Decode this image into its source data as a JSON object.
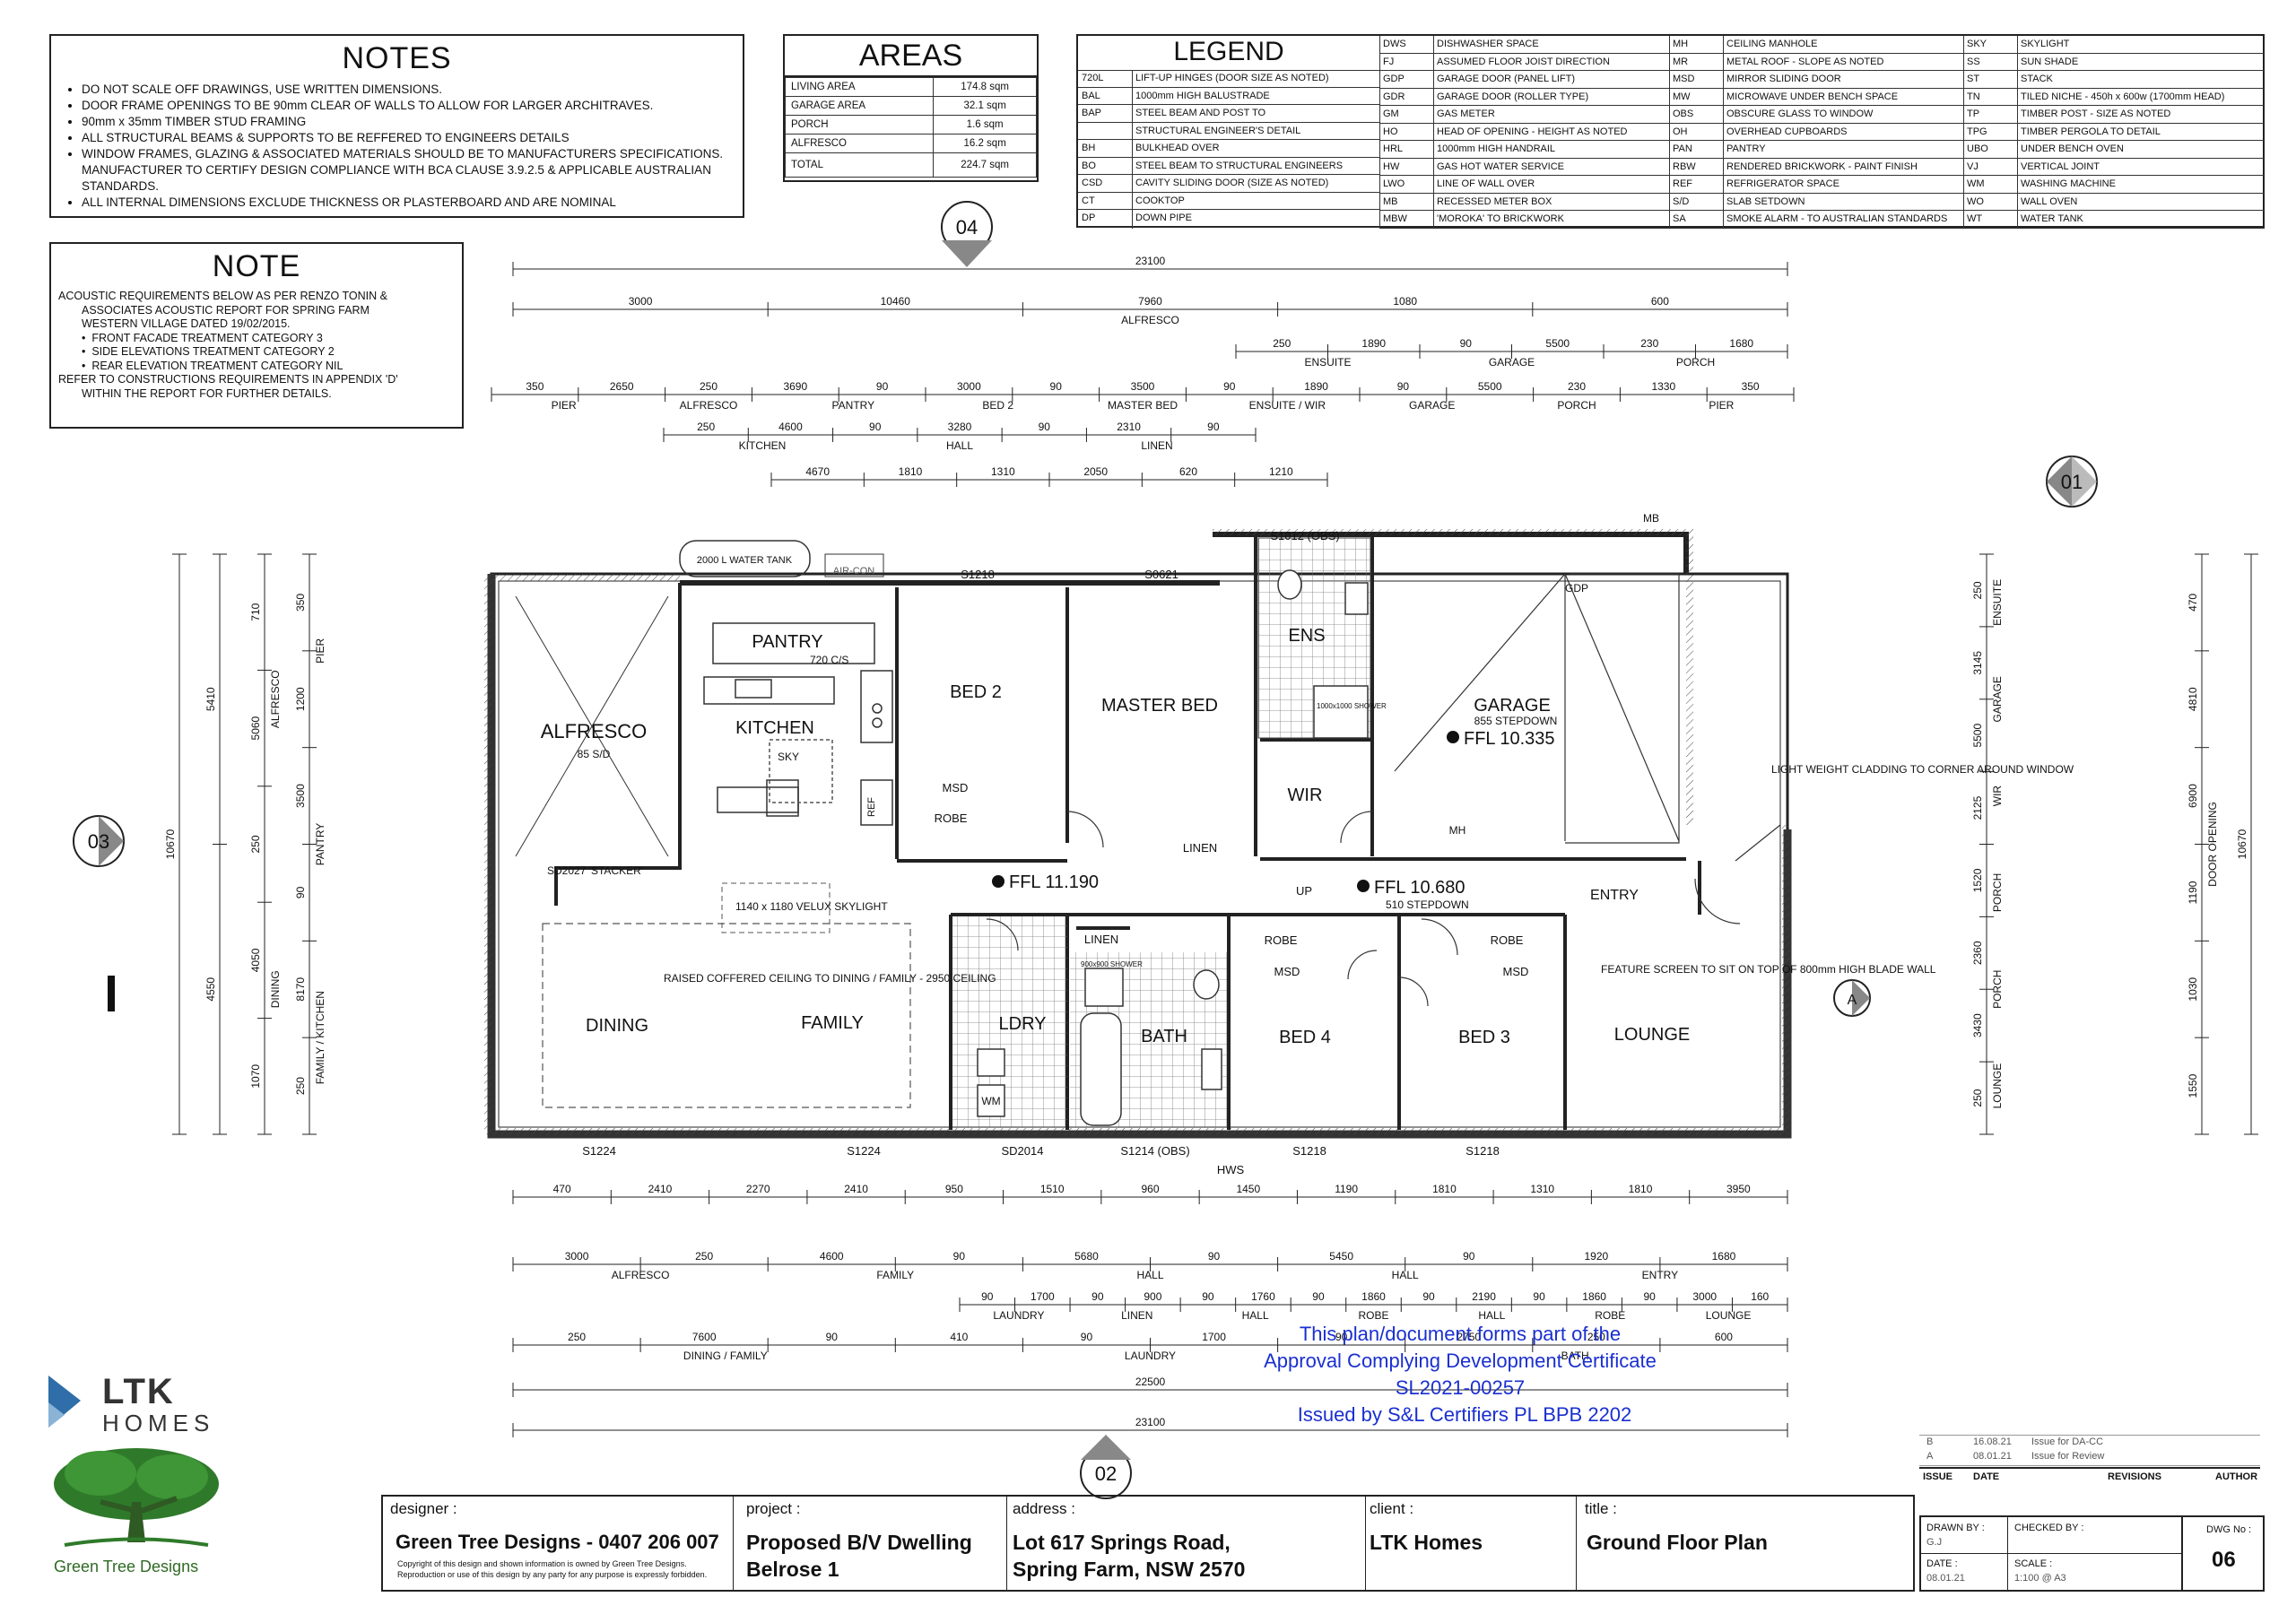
{
  "notes": {
    "title": "NOTES",
    "items": [
      "DO NOT SCALE OFF DRAWINGS, USE WRITTEN DIMENSIONS.",
      "DOOR FRAME OPENINGS TO BE 90mm CLEAR OF WALLS TO ALLOW FOR LARGER ARCHITRAVES.",
      "90mm x 35mm TIMBER STUD FRAMING",
      "ALL STRUCTURAL BEAMS & SUPPORTS TO BE REFFERED TO ENGINEERS DETAILS",
      "WINDOW FRAMES, GLAZING & ASSOCIATED MATERIALS SHOULD BE TO MANUFACTURERS SPECIFICATIONS. MANUFACTURER TO CERTIFY DESIGN COMPLIANCE WITH BCA CLAUSE 3.9.2.5 & APPLICABLE AUSTRALIAN STANDARDS.",
      "ALL INTERNAL DIMENSIONS EXCLUDE THICKNESS OR PLASTERBOARD AND ARE NOMINAL"
    ]
  },
  "note": {
    "title": "NOTE",
    "lines": [
      "ACOUSTIC REQUIREMENTS BELOW AS PER RENZO TONIN &",
      "ASSOCIATES ACOUSTIC REPORT FOR SPRING FARM",
      "WESTERN VILLAGE DATED 19/02/2015.",
      "FRONT FACADE TREATMENT CATEGORY 3",
      "SIDE ELEVATIONS TREATMENT CATEGORY 2",
      "REAR ELEVATION TREATMENT CATEGORY NIL",
      "REFER TO CONSTRUCTIONS REQUIREMENTS IN APPENDIX 'D'",
      "WITHIN THE REPORT FOR FURTHER DETAILS."
    ]
  },
  "areas": {
    "title": "AREAS",
    "rows": [
      {
        "label": "LIVING AREA",
        "value": "174.8 sqm"
      },
      {
        "label": "GARAGE AREA",
        "value": "32.1 sqm"
      },
      {
        "label": "PORCH",
        "value": "1.6 sqm"
      },
      {
        "label": "ALFRESCO",
        "value": "16.2 sqm"
      },
      {
        "label": "TOTAL",
        "value": "224.7 sqm"
      }
    ]
  },
  "legend": {
    "title": "LEGEND",
    "col1": [
      [
        "",
        ""
      ],
      [
        "",
        ""
      ],
      [
        "720L",
        "LIFT-UP HINGES (DOOR SIZE AS NOTED)"
      ],
      [
        "BAL",
        "1000mm HIGH BALUSTRADE"
      ],
      [
        "BAP",
        "STEEL BEAM AND POST TO"
      ],
      [
        "",
        "STRUCTURAL ENGINEER'S DETAIL"
      ],
      [
        "BH",
        "BULKHEAD OVER"
      ],
      [
        "BO",
        "STEEL BEAM TO STRUCTURAL ENGINEERS"
      ],
      [
        "CSD",
        "CAVITY SLIDING DOOR (SIZE AS NOTED)"
      ],
      [
        "CT",
        "COOKTOP"
      ],
      [
        "DP",
        "DOWN PIPE"
      ]
    ],
    "col2": [
      [
        "DWS",
        "DISHWASHER SPACE"
      ],
      [
        "FJ",
        "ASSUMED FLOOR JOIST DIRECTION"
      ],
      [
        "GDP",
        "GARAGE DOOR (PANEL LIFT)"
      ],
      [
        "GDR",
        "GARAGE DOOR (ROLLER TYPE)"
      ],
      [
        "GM",
        "GAS METER"
      ],
      [
        "HO",
        "HEAD OF OPENING - HEIGHT AS NOTED"
      ],
      [
        "HRL",
        "1000mm HIGH HANDRAIL"
      ],
      [
        "HW",
        "GAS HOT WATER SERVICE"
      ],
      [
        "LWO",
        "LINE OF WALL OVER"
      ],
      [
        "MB",
        "RECESSED METER BOX"
      ],
      [
        "MBW",
        "'MOROKA' TO BRICKWORK"
      ]
    ],
    "col3": [
      [
        "MH",
        "CEILING MANHOLE"
      ],
      [
        "MR",
        "METAL ROOF - SLOPE AS NOTED"
      ],
      [
        "MSD",
        "MIRROR SLIDING DOOR"
      ],
      [
        "MW",
        "MICROWAVE UNDER BENCH SPACE"
      ],
      [
        "OBS",
        "OBSCURE GLASS TO WINDOW"
      ],
      [
        "OH",
        "OVERHEAD CUPBOARDS"
      ],
      [
        "PAN",
        "PANTRY"
      ],
      [
        "RBW",
        "RENDERED BRICKWORK - PAINT FINISH"
      ],
      [
        "REF",
        "REFRIGERATOR SPACE"
      ],
      [
        "S/D",
        "SLAB SETDOWN"
      ],
      [
        "SA",
        "SMOKE ALARM - TO AUSTRALIAN STANDARDS"
      ]
    ],
    "col4": [
      [
        "SKY",
        "SKYLIGHT"
      ],
      [
        "SS",
        "SUN SHADE"
      ],
      [
        "ST",
        "STACK"
      ],
      [
        "TN",
        "TILED NICHE - 450h x 600w (1700mm HEAD)"
      ],
      [
        "TP",
        "TIMBER POST - SIZE AS NOTED"
      ],
      [
        "TPG",
        "TIMBER PERGOLA TO DETAIL"
      ],
      [
        "UBO",
        "UNDER BENCH OVEN"
      ],
      [
        "VJ",
        "VERTICAL JOINT"
      ],
      [
        "WM",
        "WASHING MACHINE"
      ],
      [
        "WO",
        "WALL OVEN"
      ],
      [
        "WT",
        "WATER TANK"
      ]
    ]
  },
  "plan": {
    "rooms": {
      "alfresco": "ALFRESCO",
      "alfresco_sub": "85 S/D",
      "pantry": "PANTRY",
      "kitchen": "KITCHEN",
      "bed2": "BED 2",
      "master": "MASTER BED",
      "ens": "ENS",
      "wir": "WIR",
      "garage": "GARAGE",
      "garage_sub": "855 STEPDOWN",
      "dining": "DINING",
      "family": "FAMILY",
      "ldry": "LDRY",
      "bath": "BATH",
      "bed4": "BED 4",
      "bed3": "BED 3",
      "lounge": "LOUNGE",
      "entry": "ENTRY",
      "linen": "LINEN",
      "linen2": "LINEN",
      "robe_bed2": "ROBE",
      "robe_bed4": "ROBE",
      "robe_bed3": "ROBE",
      "msd1": "MSD",
      "msd2": "MSD",
      "msd3": "MSD",
      "ref": "REF",
      "sky": "SKY",
      "mh": "MH",
      "wm": "WM"
    },
    "levels": {
      "ffl_main": "FFL 11.190",
      "ffl_garage": "FFL 10.335",
      "ffl_entry": "FFL 10.680",
      "entry_sub": "510 STEPDOWN"
    },
    "annotations": {
      "water_tank": "2000 L WATER TANK",
      "aircon": "AIR-CON",
      "stacker": "SD2027 'STACKER'",
      "skylight": "1140 x 1180 VELUX SKYLIGHT",
      "coffered": "RAISED COFFERED CEILING TO DINING / FAMILY - 2950 CEILING",
      "cladding": "LIGHT WEIGHT CLADDING TO CORNER AROUND WINDOW",
      "feature_screen": "FEATURE SCREEN TO SIT ON TOP OF 800mm HIGH BLADE WALL",
      "c_s": "720 C/S",
      "shower1": "1000x1000 SHOWER",
      "shower2": "900x900 SHOWER",
      "hws": "HWS",
      "mb": "MB",
      "gdp": "GDP",
      "up": "UP"
    },
    "windows_top": [
      "S1218",
      "S0621",
      "S1012 (OBS)"
    ],
    "windows_bottom": [
      "S1224",
      "S1224",
      "SD2014",
      "S1214 (OBS)",
      "S1218",
      "S1218"
    ],
    "sections": [
      "04",
      "01",
      "03",
      "02",
      "A"
    ]
  },
  "dims": {
    "top_overall": "23100",
    "top_row1": [
      "3000",
      "10460",
      "7960",
      "1080",
      "600"
    ],
    "top_row1_labels": [
      "ALFRESCO"
    ],
    "top_row2": [
      "250",
      "1890",
      "90",
      "5500",
      "230",
      "1680"
    ],
    "top_row2_labels": [
      "ENSUITE",
      "GARAGE",
      "PORCH"
    ],
    "top_row3": [
      "350",
      "2650",
      "250",
      "3690",
      "90",
      "3000",
      "90",
      "3500",
      "90",
      "1890",
      "90",
      "5500",
      "230",
      "1330",
      "350"
    ],
    "top_row3_labels": [
      "PIER",
      "ALFRESCO",
      "PANTRY",
      "BED 2",
      "MASTER BED",
      "ENSUITE / WIR",
      "GARAGE",
      "PORCH",
      "PIER"
    ],
    "top_row4": [
      "250",
      "4600",
      "90",
      "3280",
      "90",
      "2310",
      "90"
    ],
    "top_row4_labels": [
      "KITCHEN",
      "HALL",
      "LINEN"
    ],
    "top_row5": [
      "4670",
      "1810",
      "1310",
      "2050",
      "620",
      "1210"
    ],
    "bottom_row1": [
      "470",
      "2410",
      "2270",
      "2410",
      "950",
      "1510",
      "960",
      "1450",
      "1190",
      "1810",
      "1310",
      "1810",
      "3950"
    ],
    "bottom_row2": [
      "3000",
      "250",
      "4600",
      "90",
      "5680",
      "90",
      "5450",
      "90",
      "1920",
      "1680"
    ],
    "bottom_row2_labels": [
      "ALFRESCO",
      "FAMILY",
      "HALL",
      "HALL",
      "ENTRY"
    ],
    "bottom_row3": [
      "90",
      "1700",
      "90",
      "900",
      "90",
      "1760",
      "90",
      "1860",
      "90",
      "2190",
      "90",
      "1860",
      "90",
      "3000",
      "160"
    ],
    "bottom_row3_labels": [
      "LAUNDRY",
      "LINEN",
      "HALL",
      "ROBE",
      "HALL",
      "ROBE",
      "LOUNGE"
    ],
    "bottom_row4": [
      "250",
      "7600",
      "90",
      "410",
      "90",
      "1700",
      "90",
      "2750",
      "250",
      "600"
    ],
    "bottom_row4_labels": [
      "DINING / FAMILY",
      "LAUNDRY",
      "BATH"
    ],
    "bottom_22500": "22500",
    "bottom_overall": "23100",
    "left_overall": "10670",
    "left_a": [
      "5410",
      "4550"
    ],
    "left_b": [
      "710",
      "5060",
      "250",
      "4050",
      "1070"
    ],
    "left_b_labels": [
      "ALFRESCO",
      "DINING"
    ],
    "left_c": [
      "350",
      "1200",
      "3500",
      "90",
      "8170",
      "250"
    ],
    "left_c_labels": [
      "PIER",
      "PANTRY",
      "FAMILY / KITCHEN"
    ],
    "right_overall": "10670",
    "right_a": [
      "470",
      "4810",
      "6900",
      "1190",
      "1030",
      "1550"
    ],
    "right_a_labels": [
      "DOOR OPENING"
    ],
    "right_b": [
      "250",
      "3145",
      "5500",
      "2125",
      "1520",
      "2360",
      "3430",
      "250"
    ],
    "right_b_labels": [
      "ENSUITE",
      "GARAGE",
      "WIR",
      "PORCH",
      "PORCH",
      "LOUNGE"
    ]
  },
  "certificate": {
    "line1": "This plan/document forms part of the",
    "line2": "Approval Complying Development Certificate",
    "line3": "SL2021-00257",
    "line4": "Issued by S&L Certifiers PL BPB 2202"
  },
  "revisions": {
    "rows": [
      {
        "issue": "B",
        "date": "16.08.21",
        "desc": "Issue for DA-CC"
      },
      {
        "issue": "A",
        "date": "08.01.21",
        "desc": "Issue for Review"
      }
    ],
    "headers": [
      "ISSUE",
      "DATE",
      "REVISIONS",
      "AUTHOR"
    ]
  },
  "logos": {
    "ltk_line1": "LTK",
    "ltk_line2": "HOMES",
    "gtd": "Green Tree Designs"
  },
  "titleblock": {
    "designer_label": "designer :",
    "designer": "Green Tree Designs - 0407 206 007",
    "designer_fine1": "Copyright of this design and shown information is owned by Green Tree Designs.",
    "designer_fine2": "Reproduction or use of this design by any party for any purpose is expressly forbidden.",
    "project_label": "project :",
    "project1": "Proposed B/V Dwelling",
    "project2": "Belrose 1",
    "address_label": "address :",
    "address1": "Lot 617 Springs Road,",
    "address2": "Spring Farm,  NSW  2570",
    "client_label": "client :",
    "client": "LTK Homes",
    "title_label": "title :",
    "title": "Ground Floor Plan",
    "drawn_label": "DRAWN BY :",
    "drawn": "G.J",
    "checked_label": "CHECKED BY :",
    "date_label": "DATE :",
    "date": "08.01.21",
    "scale_label": "SCALE :",
    "scale": "1:100 @ A3",
    "dwg_label": "DWG No :",
    "dwg": "06"
  },
  "colors": {
    "ink": "#222222",
    "blue": "#1a2fd0",
    "ltk_blue": "#2f6ea8",
    "tree": "#2f7a2a"
  }
}
